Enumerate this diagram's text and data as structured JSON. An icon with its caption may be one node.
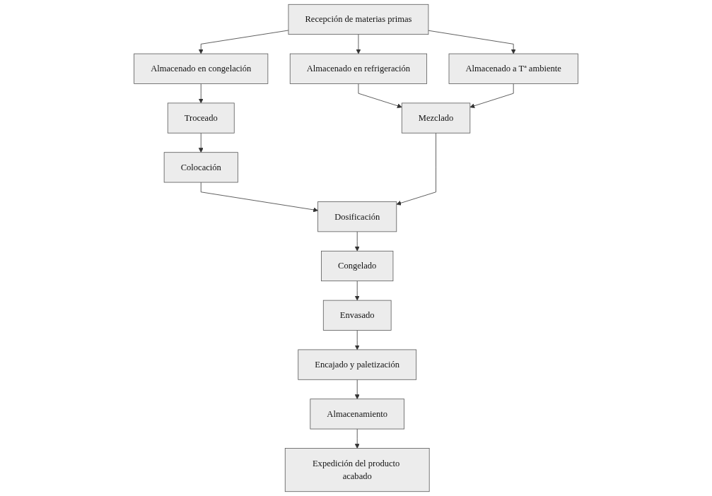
{
  "diagram": {
    "nodes": [
      {
        "text": [
          "Recepción de materias primas"
        ]
      },
      {
        "text": [
          "Almacenado en congelación"
        ]
      },
      {
        "text": [
          "Almacenado en refrigeración"
        ]
      },
      {
        "text": [
          "Almacenado a Tª ambiente"
        ]
      },
      {
        "text": [
          "Mezclado"
        ]
      },
      {
        "text": [
          "Troceado"
        ]
      },
      {
        "text": [
          "Colocación"
        ]
      },
      {
        "text": [
          "Dosificación"
        ]
      },
      {
        "text": [
          "Congelado"
        ]
      },
      {
        "text": [
          "Envasado"
        ]
      },
      {
        "text": [
          "Encajado y paletización"
        ]
      },
      {
        "text": [
          "Almacenamiento"
        ]
      },
      {
        "text": [
          "Expedición del producto acabado"
        ]
      }
    ],
    "edges": [
      {
        "from": 0,
        "to": 1,
        "arrow": "to"
      },
      {
        "from": 0,
        "to": 2,
        "arrow": "to"
      },
      {
        "from": 0,
        "to": 3,
        "arrow": "to"
      },
      {
        "from": 2,
        "to": 4,
        "arrow": "to"
      },
      {
        "from": 3,
        "to": 4,
        "arrow": "to"
      },
      {
        "from": 1,
        "to": 5,
        "arrow": "to"
      },
      {
        "from": 5,
        "to": 6,
        "arrow": "to"
      },
      {
        "from": 6,
        "to": 7,
        "arrow": "to"
      },
      {
        "from": 4,
        "to": 7,
        "arrow": "to"
      },
      {
        "from": 7,
        "to": 8,
        "arrow": "to"
      },
      {
        "from": 8,
        "to": 9,
        "arrow": "to"
      },
      {
        "from": 9,
        "to": 10,
        "arrow": "to"
      },
      {
        "from": 10,
        "to": 11,
        "arrow": "to"
      },
      {
        "from": 11,
        "to": 12,
        "arrow": "to"
      }
    ]
  }
}
